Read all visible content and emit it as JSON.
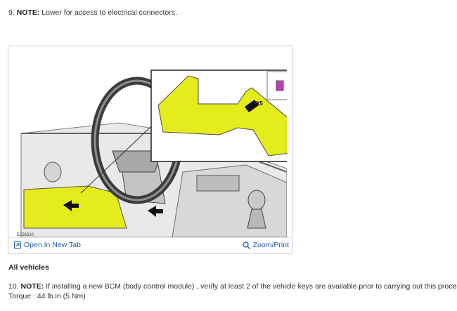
{
  "step9": {
    "number": "9.",
    "note_label": "NOTE:",
    "text": "Lower for access to electrical connectors."
  },
  "figure": {
    "image_code": "E156510",
    "callout": "X5",
    "open_new_tab_label": "Open In New Tab",
    "zoom_print_label": "Zoom/Print",
    "icons": [
      "open-in-new-tab-icon",
      "zoom-icon"
    ],
    "accent_color": "#1f5ca8",
    "highlight_color": "#e4ec1c",
    "connector_color": "#c23ab5"
  },
  "section_heading": "All vehicles",
  "step10": {
    "number": "10.",
    "note_label": "NOTE:",
    "text": "If installing a new BCM (body control module) , verify at least 2 of the vehicle keys are available prior to carrying out this procedure.",
    "torque": "Torque : 44 lb.in (5 Nm)"
  }
}
